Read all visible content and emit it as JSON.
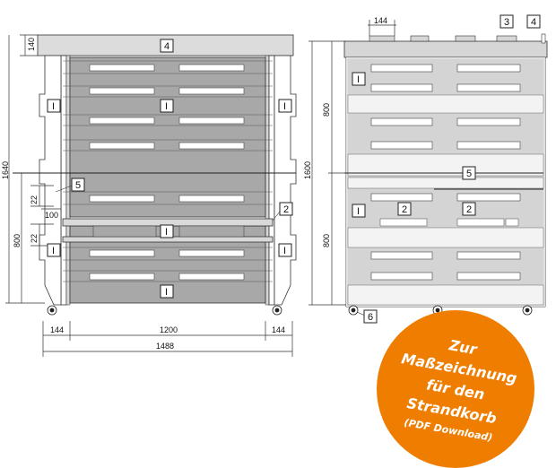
{
  "front_view": {
    "dims": {
      "top_height": "140",
      "total_height": "1640",
      "lower_height": "800",
      "gap_top": "22",
      "gap_bottom": "22",
      "slat_offset": "100",
      "side_left": "144",
      "inner_width": "1200",
      "side_right": "144",
      "total_width": "1488"
    },
    "labels": {
      "top_board": "4",
      "side_left_1": "I",
      "center_1": "I",
      "side_right_1": "I",
      "marker_5": "5",
      "marker_2": "2",
      "center_2": "I",
      "side_left_2": "I",
      "side_right_2": "I",
      "center_3": "I"
    }
  },
  "side_view": {
    "dims": {
      "top_block": "144",
      "upper_height": "800",
      "total_height": "1600",
      "lower_height": "800"
    },
    "labels": {
      "marker_3": "3",
      "marker_4": "4",
      "side_1": "I",
      "marker_5": "5",
      "side_2": "I",
      "marker_2a": "2",
      "marker_2b": "2",
      "marker_6": "6"
    }
  },
  "badge": {
    "lines": [
      "Zur",
      "Maßzeichnung",
      "für den",
      "Strandkorb",
      "(PDF Download)"
    ],
    "color": "#ef7d00",
    "text_color": "#ffffff"
  },
  "colors": {
    "line": "#333333",
    "grey": "#a8a8a8",
    "light_grey": "#d6d6d6",
    "white": "#ffffff"
  }
}
